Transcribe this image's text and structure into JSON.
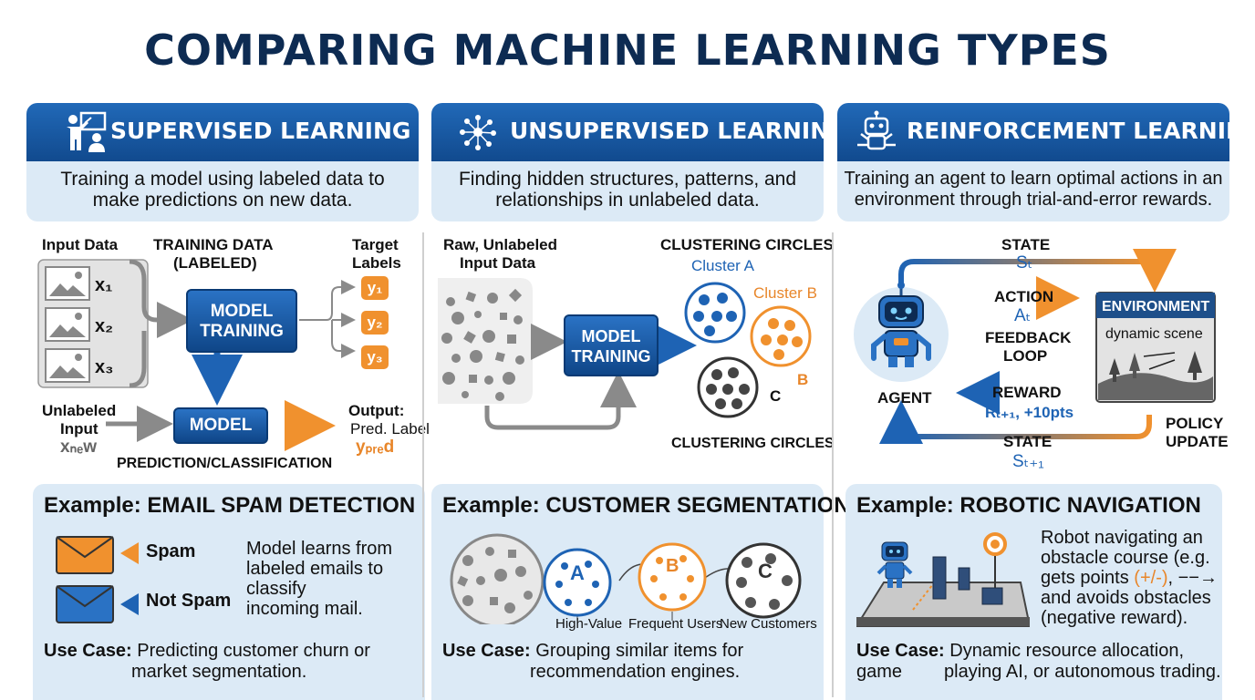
{
  "title": "COMPARING MACHINE LEARNING TYPES",
  "columns": [
    {
      "header": "SUPERVISED LEARNING",
      "icon": "teacher-icon",
      "desc_line1": "Training a model using labeled data to",
      "desc_line2": "make predictions on new data.",
      "diagram": {
        "input_data": "Input Data",
        "training_data_1": "TRAINING DATA",
        "training_data_2": "(LABELED)",
        "target_1": "Target",
        "target_2": "Labels",
        "x1": "x₁",
        "x2": "x₂",
        "x3": "x₃",
        "model_training_1": "MODEL",
        "model_training_2": "TRAINING",
        "y1": "y₁",
        "y2": "y₂",
        "y3": "y₃",
        "unlabeled_1": "Unlabeled",
        "unlabeled_2": "Input",
        "x_new": "xₙₑw",
        "model": "MODEL",
        "output_1": "Output:",
        "output_2": "Pred. Label",
        "y_pred": "yₚᵣₑd",
        "prediction": "PREDICTION/CLASSIFICATION"
      },
      "example": {
        "title": "Example: EMAIL SPAM DETECTION",
        "spam": "Spam",
        "not_spam": "Not Spam",
        "text": [
          "Model learns from",
          "labeled emails to",
          "classify",
          "incoming mail."
        ],
        "use_case_label": "Use Case:",
        "use_case_1": " Predicting customer churn or",
        "use_case_2": "market segmentation."
      }
    },
    {
      "header": "UNSUPERVISED LEARNING",
      "icon": "network-icon",
      "desc_line1": "Finding hidden structures, patterns, and",
      "desc_line2": "relationships in unlabeled data.",
      "diagram": {
        "raw_1": "Raw, Unlabeled",
        "raw_2": "Input Data",
        "clustering_top": "CLUSTERING CIRCLES",
        "cluster_a": "Cluster A",
        "cluster_b": "Cluster B",
        "b": "B",
        "c": "C",
        "model_training_1": "MODEL",
        "model_training_2": "TRAINING",
        "clustering_bottom": "CLUSTERING CIRCLES"
      },
      "example": {
        "title": "Example: CUSTOMER SEGMENTATION",
        "a": "A",
        "b": "B",
        "c": "C",
        "high_value": "High-Value",
        "frequent": "Frequent Users",
        "new_customers": "New Customers",
        "use_case_label": "Use Case:",
        "use_case_1": " Grouping similar items for",
        "use_case_2": "recommendation engines."
      }
    },
    {
      "header": "REINFORCEMENT LEARNING",
      "icon": "robot-icon",
      "desc_line1": "Training an agent to learn optimal actions in an",
      "desc_line2": "environment through trial-and-error rewards.",
      "diagram": {
        "state_top": "STATE",
        "s_t": "Sₜ",
        "action": "ACTION",
        "a_t": "Aₜ",
        "feedback_1": "FEEDBACK",
        "feedback_2": "LOOP",
        "environment": "ENVIRONMENT",
        "dynamic_scene": "dynamic scene",
        "agent": "AGENT",
        "reward": "REWARD",
        "reward_val": "Rₜ₊₁, +10pts",
        "policy_1": "POLICY",
        "policy_2": "UPDATE",
        "state_bottom": "STATE",
        "s_t1": "Sₜ₊₁"
      },
      "example": {
        "title": "Example: ROBOTIC NAVIGATION",
        "text_1": "Robot navigating an",
        "text_2": "obstacle course (e.g.",
        "text_3a": "gets points ",
        "text_3b": "(+/-)",
        "text_3c": ", −−→",
        "text_4": "and avoids obstacles",
        "text_5": "(negative reward).",
        "use_case_label": "Use Case:",
        "use_case_1": " Dynamic resource allocation,",
        "use_case_2a": "game",
        "use_case_2b": "playing AI, or autonomous trading."
      }
    }
  ],
  "colors": {
    "navy": "#0d2b52",
    "blue": "#1e63b4",
    "orange": "#f0912e",
    "light_blue": "#dceaf6"
  }
}
